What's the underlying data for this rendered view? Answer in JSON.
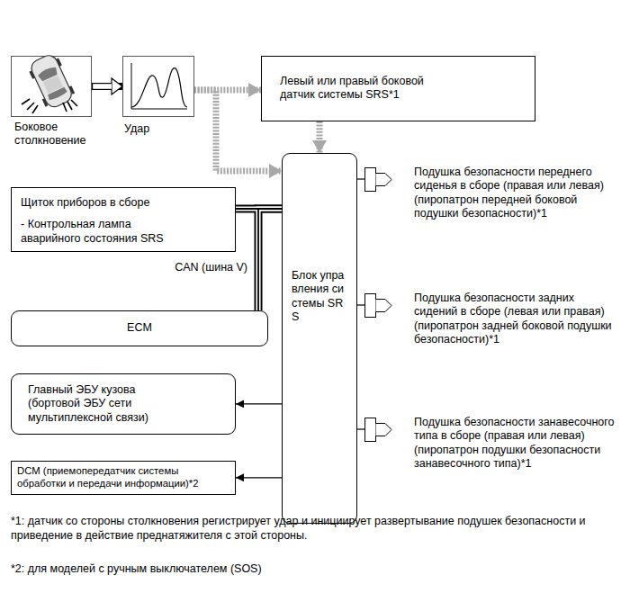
{
  "diagram": {
    "nodes": [
      {
        "text": [
          "Боковое столкновение"
        ]
      },
      {
        "text": [
          "Удар"
        ]
      },
      {
        "text": [
          "Левый или правый боковой датчик системы SRS*1"
        ]
      },
      {
        "text": [
          "Щиток приборов в сборе",
          "- Контрольная лампа аварийного состояния SRS"
        ]
      },
      {
        "text": [
          "Блок управления системы SRS"
        ]
      },
      {
        "text": [
          "ECM"
        ]
      },
      {
        "text": [
          "Главный ЭБУ кузова (бортовой ЭБУ сети мультиплексной связи)"
        ]
      },
      {
        "text": [
          "DCM (приемопередатчик системы обработки и передачи информации)*2"
        ]
      },
      {
        "text": [
          "Подушка безопасности переднего сиденья в сборе (правая или левая) (пиропатрон передней боковой подушки безопасности)*1"
        ]
      },
      {
        "text": [
          "Подушка безопасности задних сидений в сборе (левая или правая) (пиропатрон задней боковой подушки безопасности)*1"
        ]
      },
      {
        "text": [
          "Подушка безопасности занавесочного типа в сборе (правая или левая) (пиропатрон подушки безопасности занавесочного типа)*1"
        ]
      }
    ],
    "edges": [
      {
        "from": 0,
        "to": 1,
        "arrow": "to"
      },
      {
        "from": 1,
        "to": 2,
        "arrow": "to"
      },
      {
        "from": 1,
        "to": 4,
        "arrow": "to"
      },
      {
        "from": 2,
        "to": 4,
        "arrow": "to"
      },
      {
        "from": 3,
        "to": 4,
        "arrow": "none"
      },
      {
        "from": 5,
        "to": 4,
        "arrow": "none",
        "label": "CAN (шина V)"
      },
      {
        "from": 4,
        "to": 6,
        "arrow": "to"
      },
      {
        "from": 4,
        "to": 7,
        "arrow": "to"
      },
      {
        "from": 4,
        "to": 8,
        "arrow": "none"
      },
      {
        "from": 4,
        "to": 9,
        "arrow": "none"
      },
      {
        "from": 4,
        "to": 10,
        "arrow": "none"
      }
    ],
    "labels": [
      "*1: датчик со стороны столкновения регистрирует удар и инициирует развертывание подушек безопасности и приведение в действие преднатяжителя с этой стороны.",
      "*2: для моделей с ручным выключателем (SOS)"
    ]
  }
}
